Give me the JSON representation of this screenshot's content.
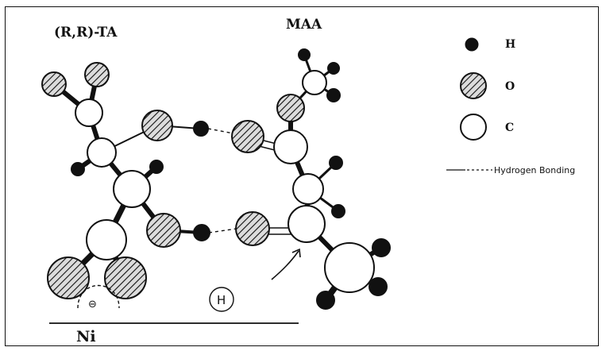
{
  "labels": {
    "left_molecule": "(R,R)-TA",
    "right_molecule": "MAA",
    "surface": "Ni",
    "adsorbed_h": "H",
    "charge": "⊖"
  },
  "legend": {
    "items": [
      {
        "symbol": "filled",
        "label": "H"
      },
      {
        "symbol": "hatched",
        "label": "O"
      },
      {
        "symbol": "open",
        "label": "C"
      }
    ],
    "bonding": "Hydrogen Bonding"
  },
  "colors": {
    "ink": "#111111",
    "atom_fill": "#ffffff",
    "hatch_bg": "#dcdcdc"
  }
}
